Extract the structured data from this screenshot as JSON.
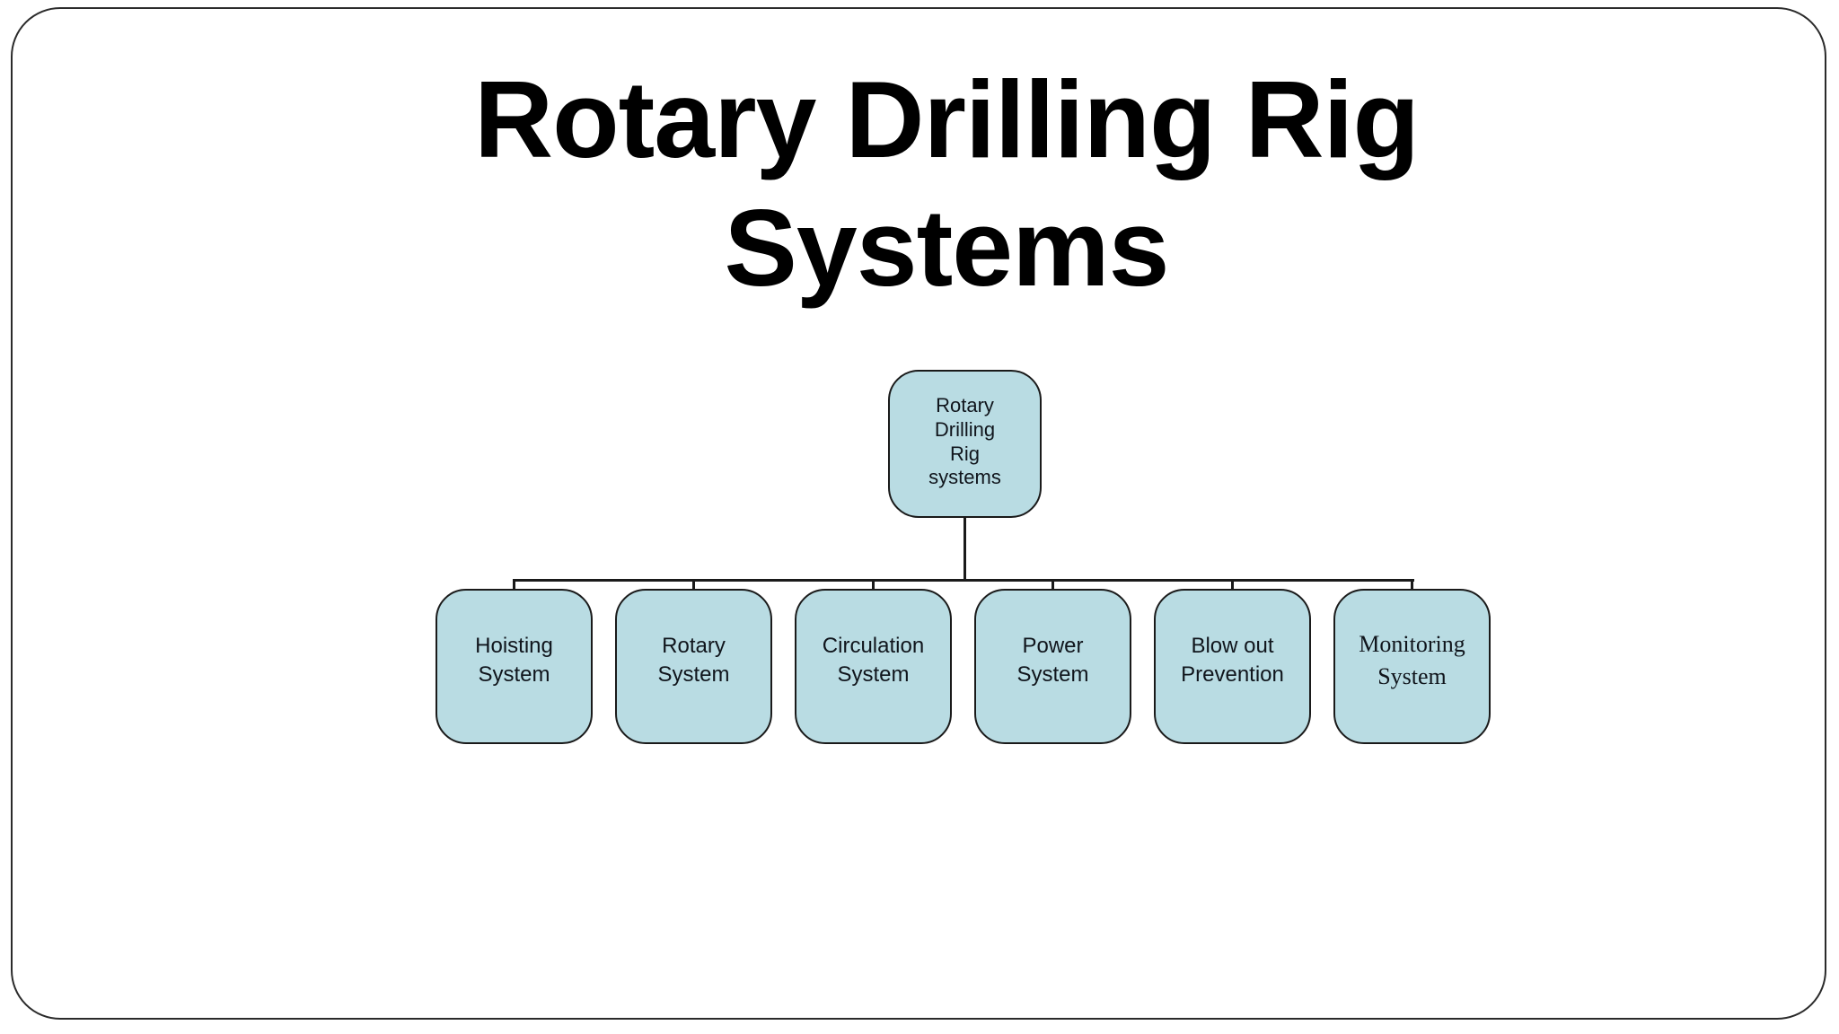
{
  "slide": {
    "title_line1": "Rotary Drilling Rig",
    "title_line2": "Systems"
  },
  "diagram": {
    "root": {
      "lines": [
        "Rotary",
        "Drilling",
        "Rig",
        "systems"
      ]
    },
    "children": [
      {
        "lines": [
          "Hoisting",
          "System"
        ]
      },
      {
        "lines": [
          "Rotary",
          "System"
        ]
      },
      {
        "lines": [
          "Circulation",
          "System"
        ]
      },
      {
        "lines": [
          "Power",
          "System"
        ]
      },
      {
        "lines": [
          "Blow out",
          "Prevention"
        ]
      },
      {
        "lines": [
          "Monitoring",
          "System"
        ]
      }
    ]
  },
  "colors": {
    "background": "#ffffff",
    "slide_border": "#2b2b2b",
    "title_color": "#000000",
    "node_fill": "#b9dce3",
    "node_border": "#1a1a1a",
    "node_text": "#10151c",
    "connector": "#1a1a1a"
  }
}
